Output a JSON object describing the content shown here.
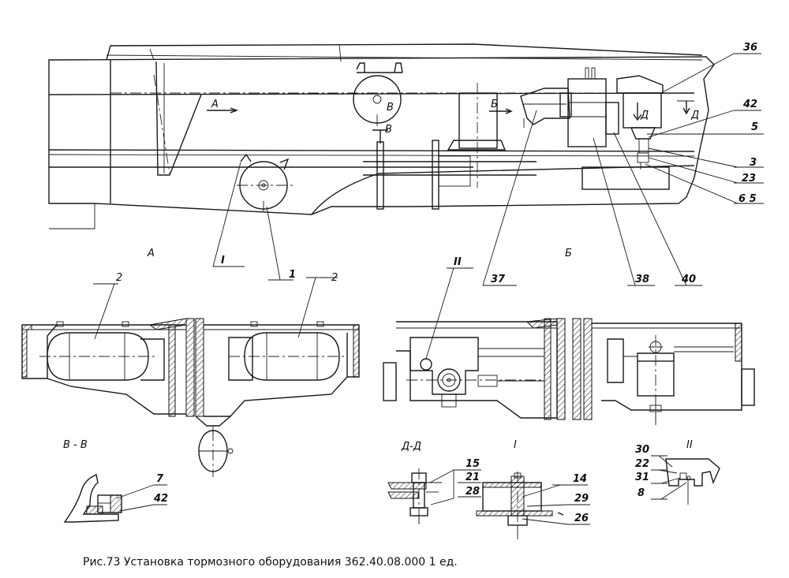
{
  "caption": "Рис.73 Установка тормозного оборудования 362.40.08.000 1 ед.",
  "view_labels": {
    "A": "А",
    "B": "Б",
    "VV": "В - В",
    "DD": "Д-Д",
    "I": "I",
    "II": "II",
    "arrowA": "А",
    "arrowB": "Б",
    "arrowV1": "В",
    "arrowV2": "В",
    "arrowD1": "Д",
    "arrowD2": "Д"
  },
  "callouts": {
    "c36": "36",
    "c42a": "42",
    "c5": "5",
    "c3": "3",
    "c23": "23",
    "c65": "6 5",
    "cI": "I",
    "c1": "1",
    "c37": "37",
    "c38": "38",
    "c40": "40",
    "cII": "II",
    "c2a": "2",
    "c2b": "2",
    "c7": "7",
    "c42b": "42",
    "c15": "15",
    "c21": "21",
    "c28": "28",
    "c14": "14",
    "c29": "29",
    "c26": "26",
    "c30": "30",
    "c22": "22",
    "c31": "31",
    "c8": "8"
  }
}
